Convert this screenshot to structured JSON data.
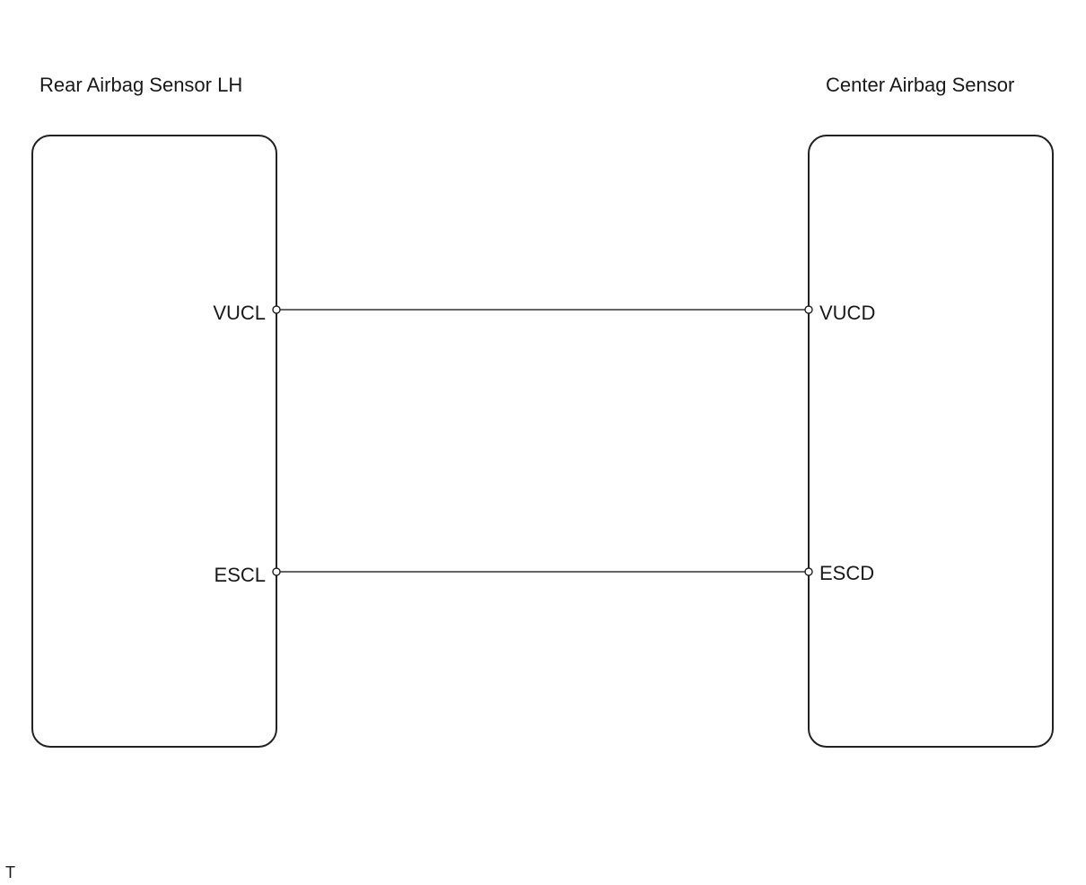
{
  "components": {
    "left": {
      "title": "Rear Airbag Sensor LH",
      "pins": [
        "VUCL",
        "ESCL"
      ]
    },
    "right": {
      "title": "Center Airbag Sensor",
      "pins": [
        "VUCD",
        "ESCD"
      ]
    }
  },
  "corner_mark": "T"
}
